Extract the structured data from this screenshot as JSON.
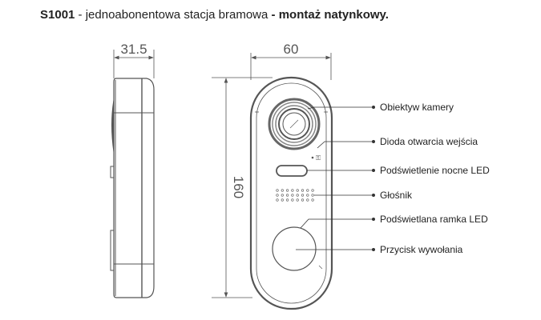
{
  "title": {
    "model": "S1001",
    "description": " - jednoabonentowa stacja bramowa ",
    "mounting": "- montaż natynkowy."
  },
  "dimensions": {
    "depth": "31.5",
    "width": "60",
    "height": "160"
  },
  "callouts": [
    {
      "label": "Obiektyw kamery"
    },
    {
      "label": "Dioda otwarcia wejścia"
    },
    {
      "label": "Podświetlenie nocne LED"
    },
    {
      "label": "Głośnik"
    },
    {
      "label": "Podświetlana ramka LED"
    },
    {
      "label": "Przycisk wywołania"
    }
  ]
}
